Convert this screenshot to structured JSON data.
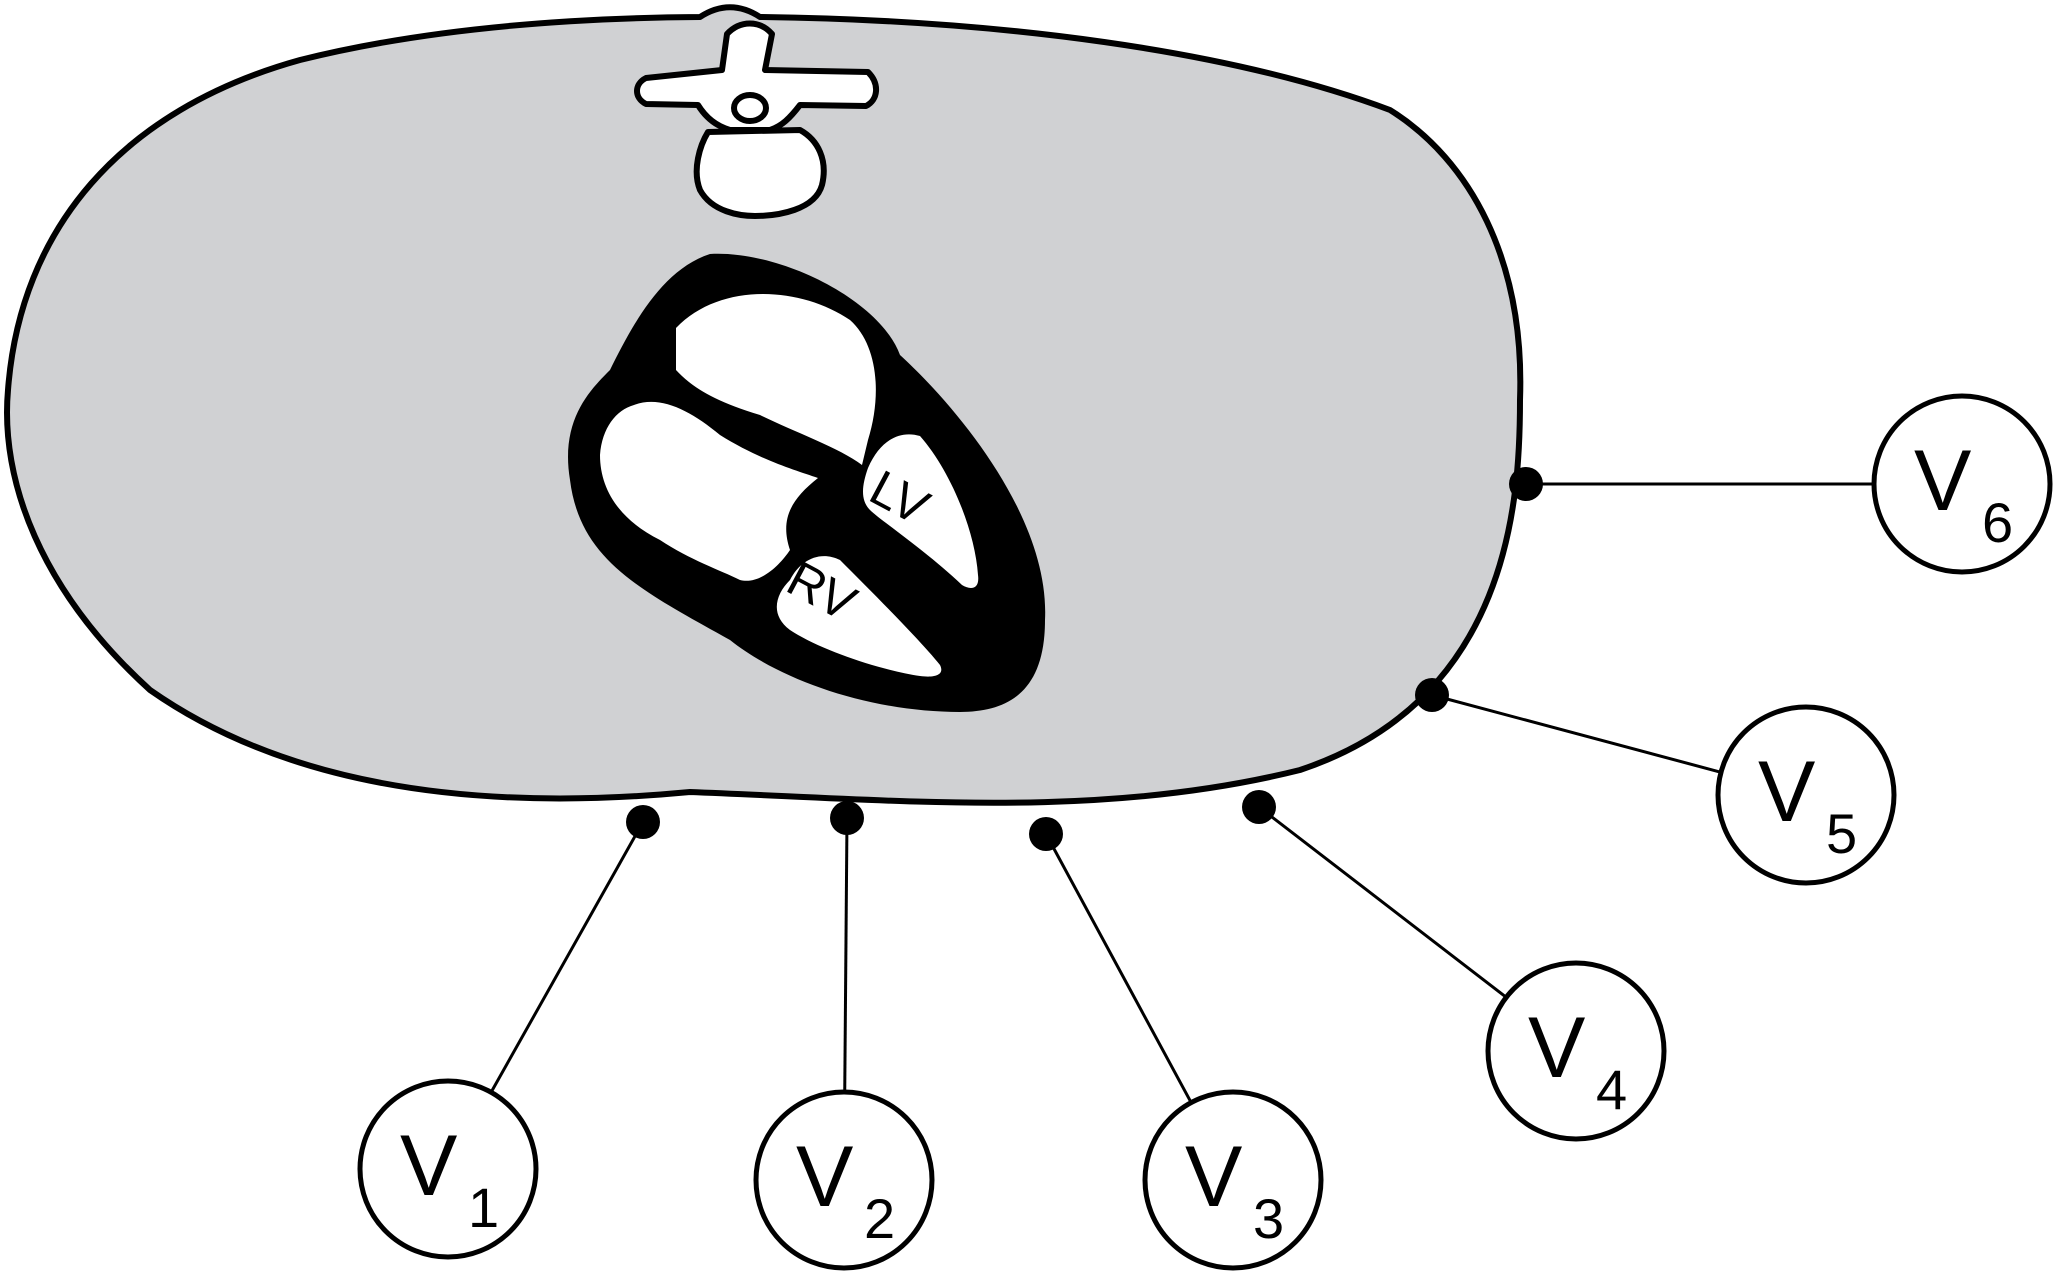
{
  "colors": {
    "torso_fill": "#d0d1d3",
    "outline": "#000000",
    "cavity": "#ffffff",
    "background": "#ffffff"
  },
  "chambers": [
    {
      "id": "lv",
      "label": "LV"
    },
    {
      "id": "rv",
      "label": "RV"
    }
  ],
  "leads": [
    {
      "id": "v1",
      "letter": "V",
      "sub": "1"
    },
    {
      "id": "v2",
      "letter": "V",
      "sub": "2"
    },
    {
      "id": "v3",
      "letter": "V",
      "sub": "3"
    },
    {
      "id": "v4",
      "letter": "V",
      "sub": "4"
    },
    {
      "id": "v5",
      "letter": "V",
      "sub": "5"
    },
    {
      "id": "v6",
      "letter": "V",
      "sub": "6"
    }
  ]
}
